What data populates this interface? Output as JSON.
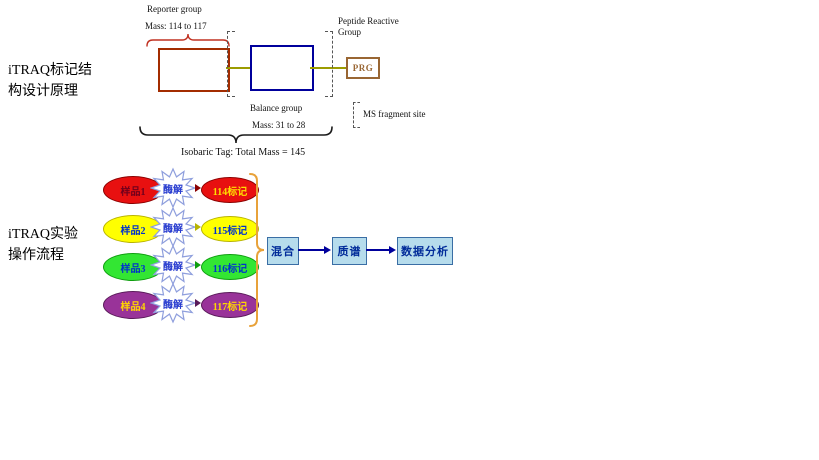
{
  "principle": {
    "section_title": "iTRAQ标记结构设计原理",
    "reporter_group_label": "Reporter group",
    "reporter_mass": "Mass: 114 to 117",
    "peptide_reactive_label": "Peptide Reactive Group",
    "prg_label": "PRG",
    "balance_group_label": "Balance group",
    "balance_mass": "Mass: 31 to 28",
    "ms_fragment_label": "MS fragment site",
    "isobaric_total": "Isobaric Tag: Total Mass = 145"
  },
  "flow": {
    "section_title": "iTRAQ实验操作流程",
    "rows": [
      {
        "sample_label": "样品1",
        "process_label": "酶解",
        "tag_label": "114标记",
        "fill": "#e81010",
        "border": "#8b0000",
        "sample_text": "#70001c",
        "tag_text": "#ffdf00"
      },
      {
        "sample_label": "样品2",
        "process_label": "酶解",
        "tag_label": "115标记",
        "fill": "#ffff00",
        "border": "#b9b400",
        "sample_text": "#0033cc",
        "tag_text": "#0033cc"
      },
      {
        "sample_label": "样品3",
        "process_label": "酶解",
        "tag_label": "116标记",
        "fill": "#33e633",
        "border": "#0f9e0f",
        "sample_text": "#0033cc",
        "tag_text": "#0033cc"
      },
      {
        "sample_label": "样品4",
        "process_label": "酶解",
        "tag_label": "117标记",
        "fill": "#993399",
        "border": "#5a1b5a",
        "sample_text": "#ffd700",
        "tag_text": "#ffd700"
      }
    ],
    "mix_label": "混合",
    "ms_label": "质谱",
    "analysis_label": "数据分析"
  },
  "colors": {
    "reporter_border": "#a32c00",
    "balance_border": "#00009c",
    "prg": "#996633",
    "connector": "#9c9c00",
    "brace_red": "#c03020",
    "brace_black": "#1a1a1a",
    "brace_orange": "#e8a23a",
    "box_fill": "#b6dcec",
    "box_border": "#3a6ea5",
    "box_text": "#002b99",
    "arrow": "#00009c",
    "star_fill": "#ffffff",
    "star_stroke": "#8f9fdd",
    "star_text": "#2b3fd0"
  }
}
